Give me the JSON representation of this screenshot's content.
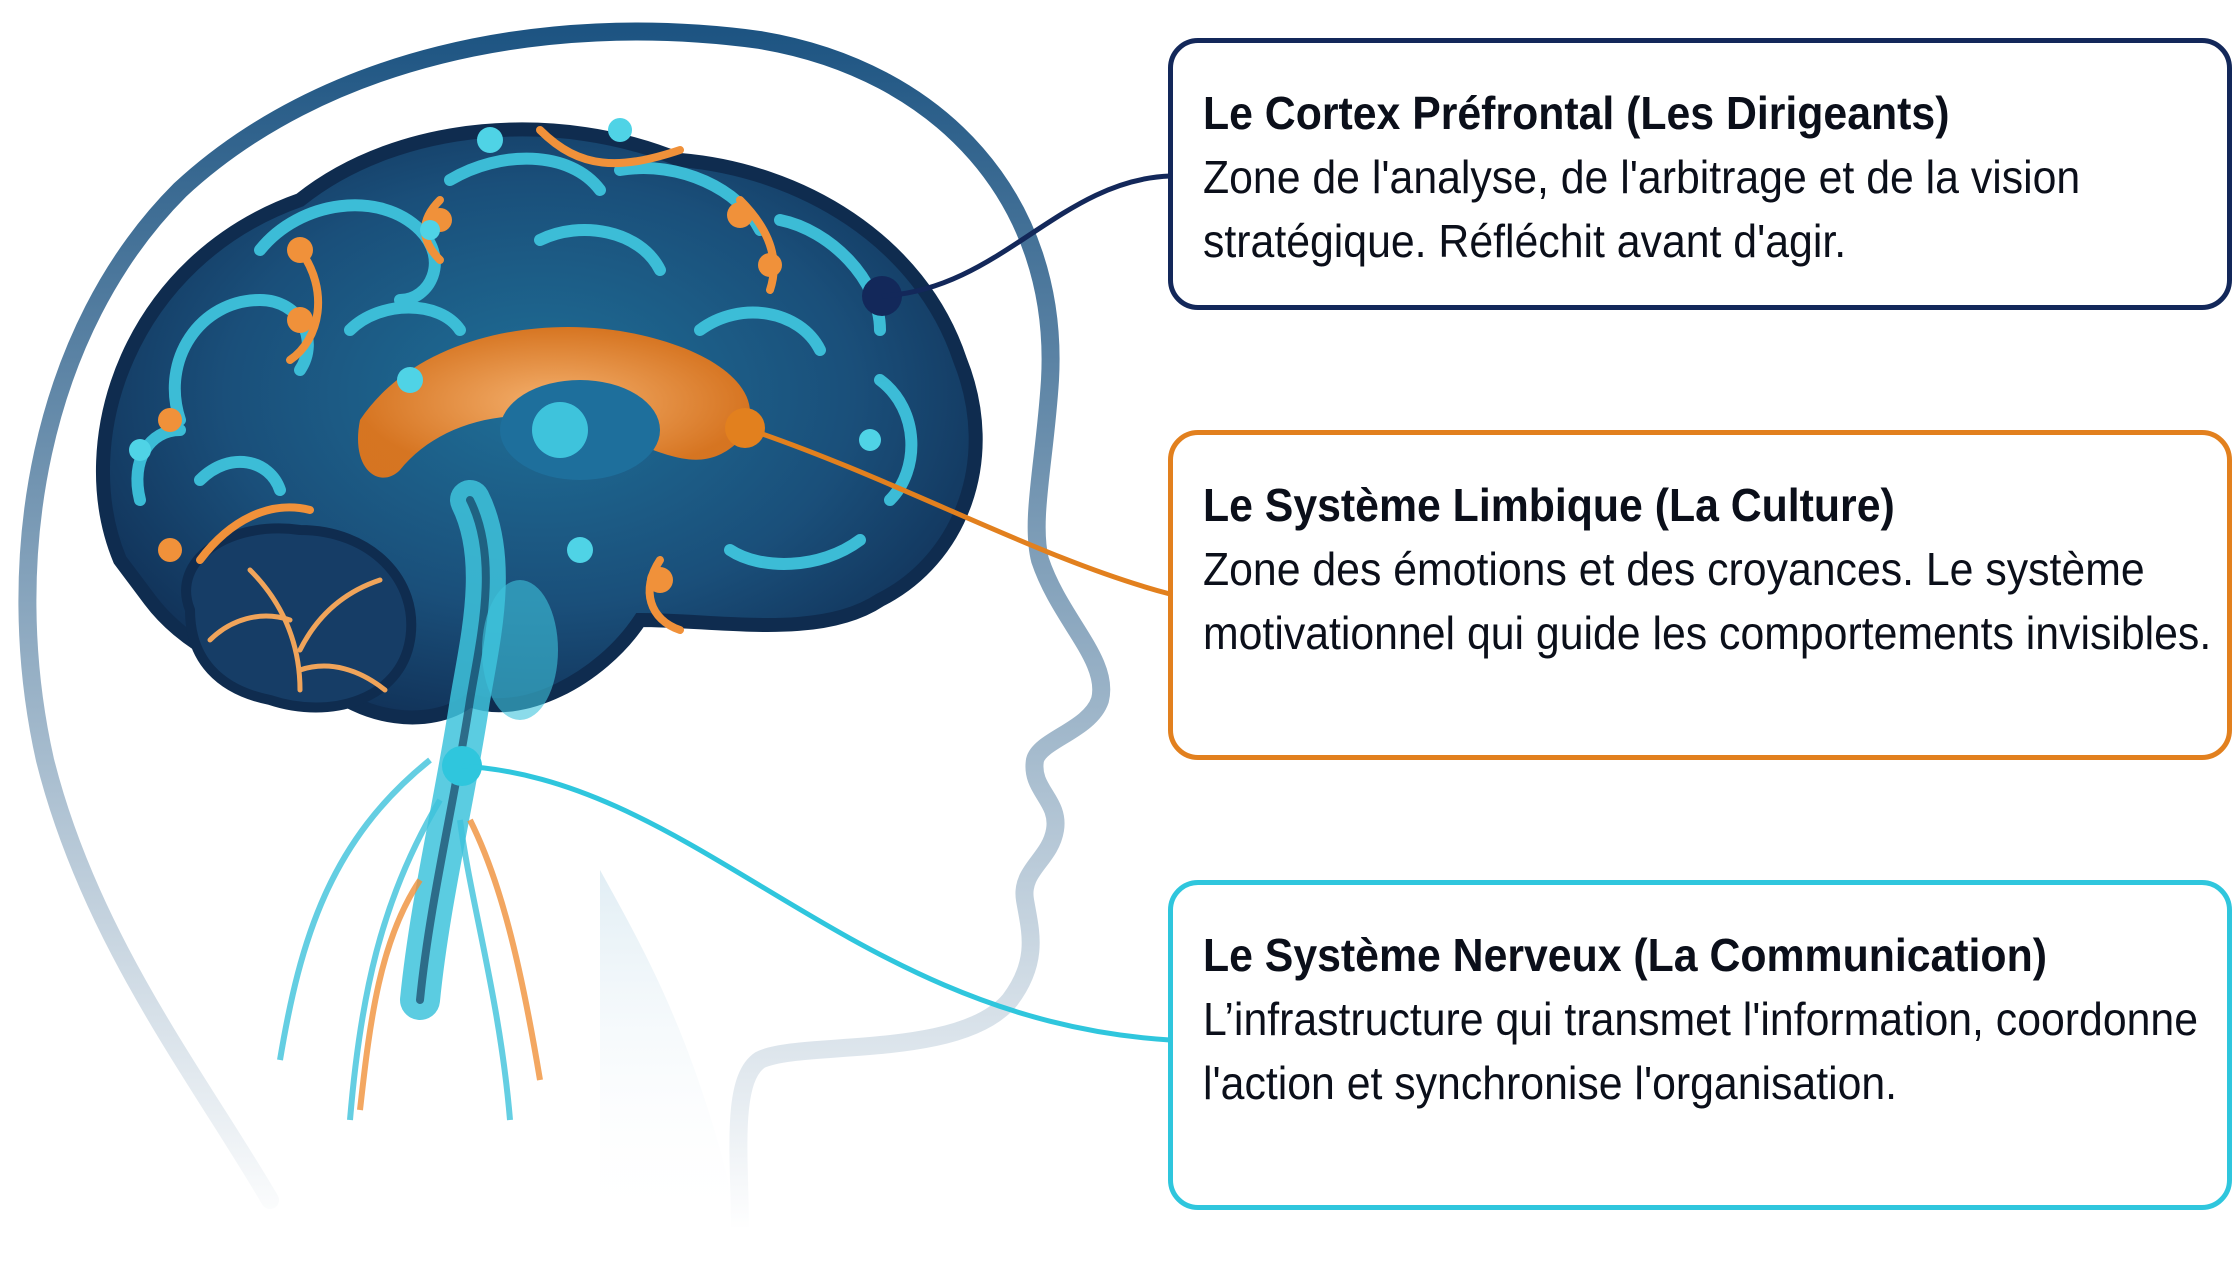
{
  "colors": {
    "cortex": "#13285a",
    "limbique": "#e2801e",
    "nerveux": "#2fc6dd",
    "brain_dark": "#15385f",
    "head_outline": "#1d5482"
  },
  "callouts": [
    {
      "id": "cortex",
      "title": "Le Cortex Préfrontal (Les Dirigeants)",
      "body": "Zone de l'analyse, de l'arbitrage et de la vision stratégique. Réfléchit avant d'agir."
    },
    {
      "id": "limbique",
      "title": "Le Système Limbique (La Culture)",
      "body": "Zone des émotions et des croyances. Le système motivationnel qui guide les comportements invisibles."
    },
    {
      "id": "nerveux",
      "title": "Le Système Nerveux (La Communication)",
      "body": "L’infrastructure qui transmet l'information, coordonne l'action et synchronise l'organisation."
    }
  ]
}
